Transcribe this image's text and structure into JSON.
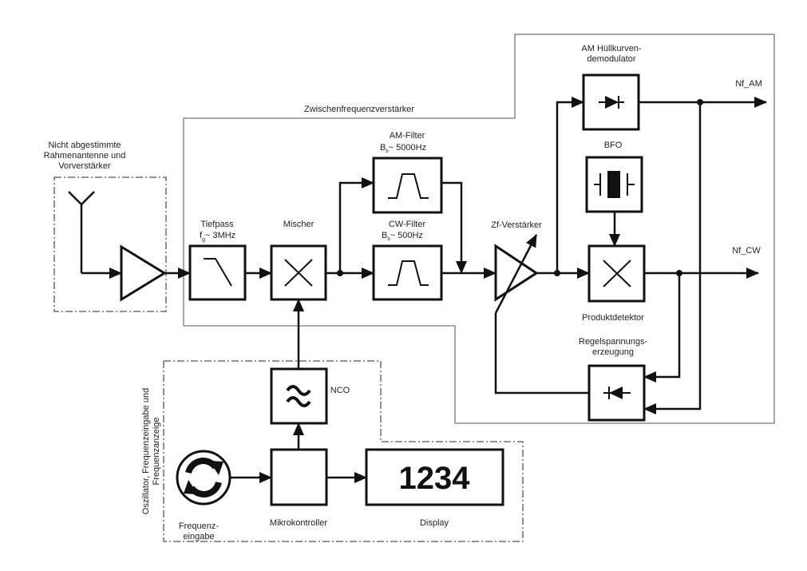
{
  "labels": {
    "antenna_group": [
      "Nicht abgestimmte",
      "Rahmenantenne und",
      "Vorverstärker"
    ],
    "if_section": "Zwischenfrequenzverstärker",
    "lowpass": [
      "Tiefpass",
      "f",
      "g",
      "~ 3MHz"
    ],
    "mixer": "Mischer",
    "am_filter": [
      "AM-Filter",
      "B",
      "b",
      "~ 5000Hz"
    ],
    "cw_filter": [
      "CW-Filter",
      "B",
      "b",
      "~ 500Hz"
    ],
    "if_amp": "Zf-Verstärker",
    "am_demod": [
      "AM Hüllkurven-",
      "demodulator"
    ],
    "bfo": "BFO",
    "product_detector": "Produktdetektor",
    "agc": [
      "Regelspannungs-",
      "erzeugung"
    ],
    "out_am": "Nf_AM",
    "out_cw": "Nf_CW",
    "nco": "NCO",
    "oscillator_group": [
      "Oszillator, Frequenzeingabe und",
      "Frequenzanzeige"
    ],
    "freq_input": [
      "Frequenz-",
      "eingabe"
    ],
    "mcu": "Mikrokontroller",
    "display": "Display",
    "display_value": "1234"
  }
}
